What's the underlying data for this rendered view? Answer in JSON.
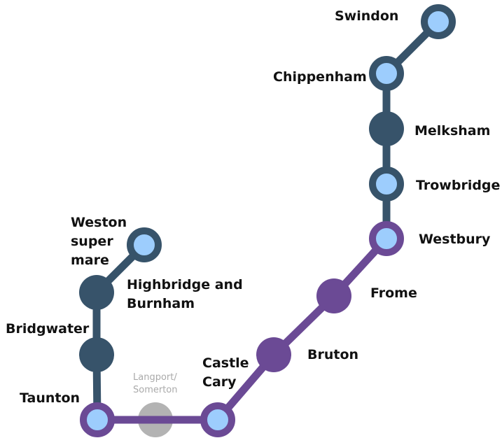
{
  "title": "Rail route map",
  "colors": {
    "line_north": "#37536a",
    "line_south": "#6b4a95",
    "station_inner": "#9dcdfd",
    "closed_station": "#b3b3b3",
    "label": "#111111",
    "closed_label": "#aaaaaa"
  },
  "lines": [
    {
      "name": "north-line",
      "color_key": "line_north",
      "stations": [
        "swindon",
        "chippenham",
        "melksham",
        "trowbridge",
        "westbury"
      ]
    },
    {
      "name": "west-line",
      "color_key": "line_north",
      "stations": [
        "weston-super-mare",
        "highbridge-and-burnham",
        "bridgwater",
        "taunton"
      ]
    },
    {
      "name": "south-line",
      "color_key": "line_south",
      "stations": [
        "taunton",
        "langport-somerton",
        "castle-cary",
        "bruton",
        "frome",
        "westbury"
      ]
    }
  ],
  "stations": [
    {
      "id": "swindon",
      "label_lines": [
        "Swindon"
      ],
      "type": "interchange",
      "line": "north"
    },
    {
      "id": "chippenham",
      "label_lines": [
        "Chippenham"
      ],
      "type": "interchange",
      "line": "north"
    },
    {
      "id": "melksham",
      "label_lines": [
        "Melksham"
      ],
      "type": "stop",
      "line": "north"
    },
    {
      "id": "trowbridge",
      "label_lines": [
        "Trowbridge"
      ],
      "type": "interchange",
      "line": "north"
    },
    {
      "id": "westbury",
      "label_lines": [
        "Westbury"
      ],
      "type": "interchange",
      "line": "south"
    },
    {
      "id": "frome",
      "label_lines": [
        "Frome"
      ],
      "type": "stop",
      "line": "south"
    },
    {
      "id": "bruton",
      "label_lines": [
        "Bruton"
      ],
      "type": "stop",
      "line": "south"
    },
    {
      "id": "castle-cary",
      "label_lines": [
        "Castle",
        "Cary"
      ],
      "type": "interchange",
      "line": "south"
    },
    {
      "id": "langport-somerton",
      "label_lines": [
        "Langport/",
        "Somerton"
      ],
      "type": "closed",
      "line": "south"
    },
    {
      "id": "taunton",
      "label_lines": [
        "Taunton"
      ],
      "type": "interchange",
      "line": "south"
    },
    {
      "id": "bridgwater",
      "label_lines": [
        "Bridgwater"
      ],
      "type": "stop",
      "line": "north"
    },
    {
      "id": "highbridge-and-burnham",
      "label_lines": [
        "Highbridge and",
        "Burnham"
      ],
      "type": "stop",
      "line": "north"
    },
    {
      "id": "weston-super-mare",
      "label_lines": [
        "Weston",
        "super",
        "mare"
      ],
      "type": "interchange",
      "line": "north"
    }
  ]
}
